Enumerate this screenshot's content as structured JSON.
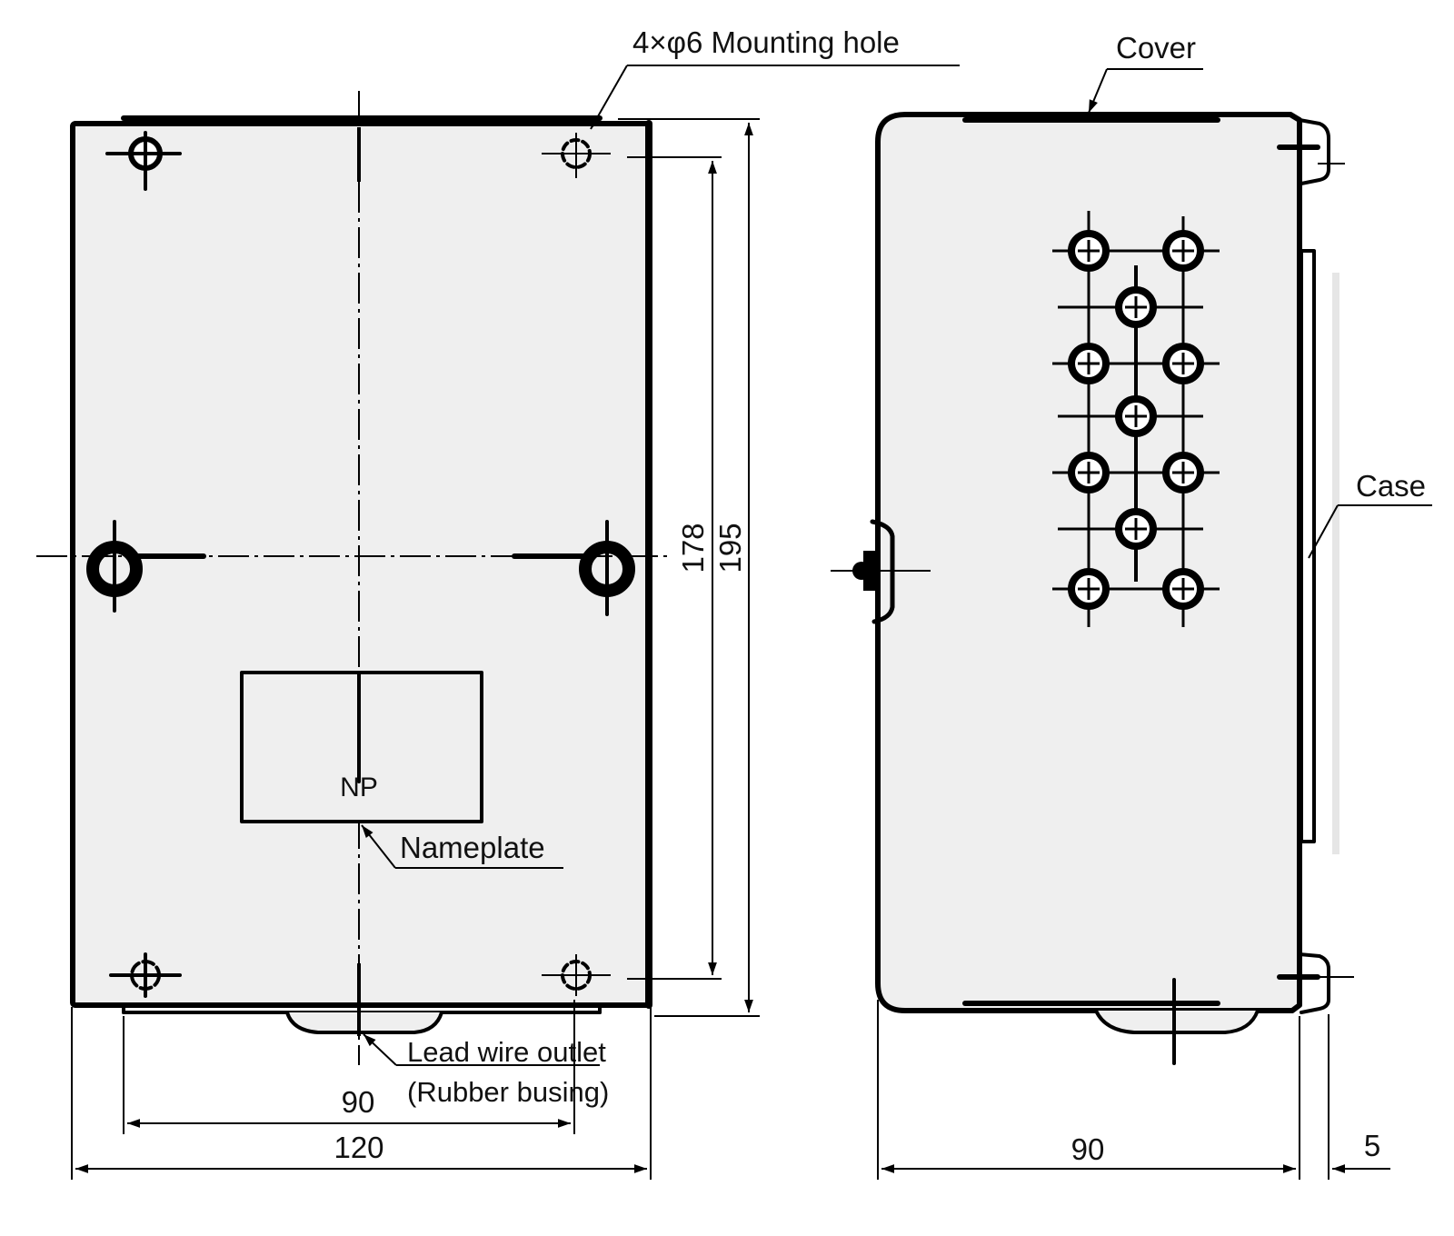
{
  "colors": {
    "body_fill": "#efefef",
    "line": "#000000",
    "background": "#ffffff"
  },
  "labels": {
    "mounting_hole": "4×φ6 Mounting hole",
    "cover": "Cover",
    "case": "Case",
    "np": "NP",
    "nameplate": "Nameplate",
    "lead_wire_outlet": "Lead wire outlet",
    "rubber_bushing": "(Rubber busing)"
  },
  "dimensions": {
    "front_inner_width": "90",
    "front_outer_width": "120",
    "hole_pitch_height": "178",
    "overall_height": "195",
    "side_depth": "90",
    "side_flange": "5"
  }
}
